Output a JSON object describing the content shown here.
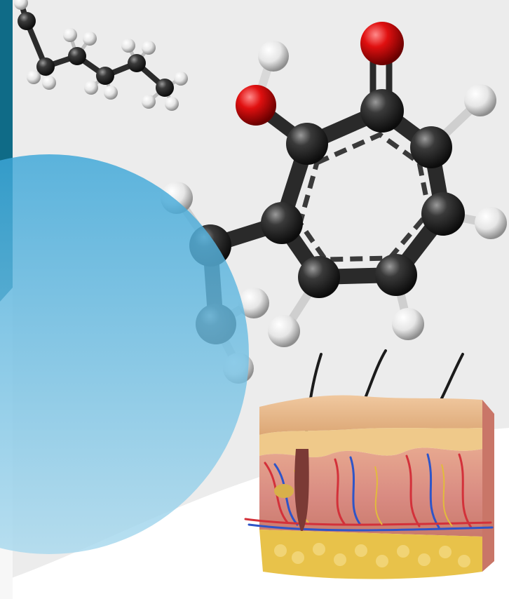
{
  "scene": {
    "subjects": [
      "alkyl-chain-molecule",
      "hinokitiol-molecule",
      "skin-cross-section"
    ],
    "colors": {
      "background_gray": "#ececec",
      "background_white": "#ffffff",
      "left_bar_teal": "#0f6b87",
      "circle_blue": "#5fb8e0",
      "carbon_atom": "#2a2a2a",
      "oxygen_atom": "#e01010",
      "hydrogen_atom": "#f2f2f2",
      "skin_surface": "#e9b98a",
      "fat_layer": "#e8c24a"
    }
  }
}
